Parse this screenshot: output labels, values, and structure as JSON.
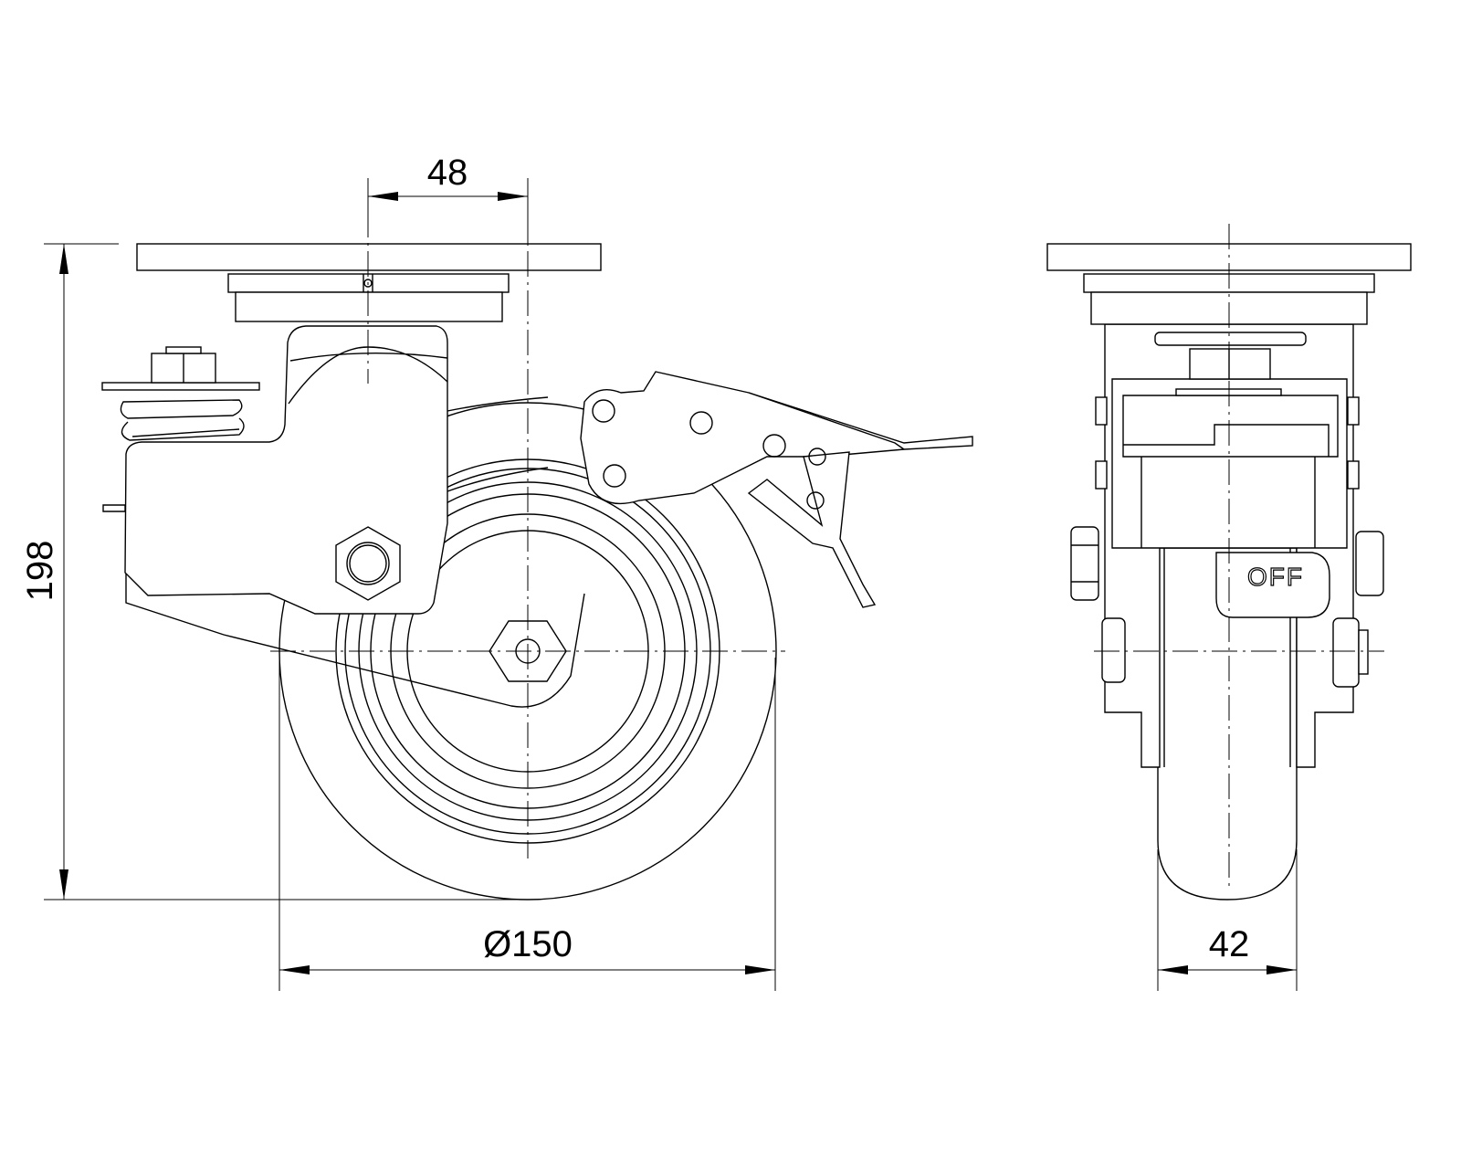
{
  "drawing": {
    "side_view": {
      "dim_offset": "48",
      "dim_height": "198",
      "dim_wheel_diameter": "Ø150"
    },
    "front_view": {
      "dim_wheel_width": "42",
      "brake_label": "OFF"
    }
  }
}
